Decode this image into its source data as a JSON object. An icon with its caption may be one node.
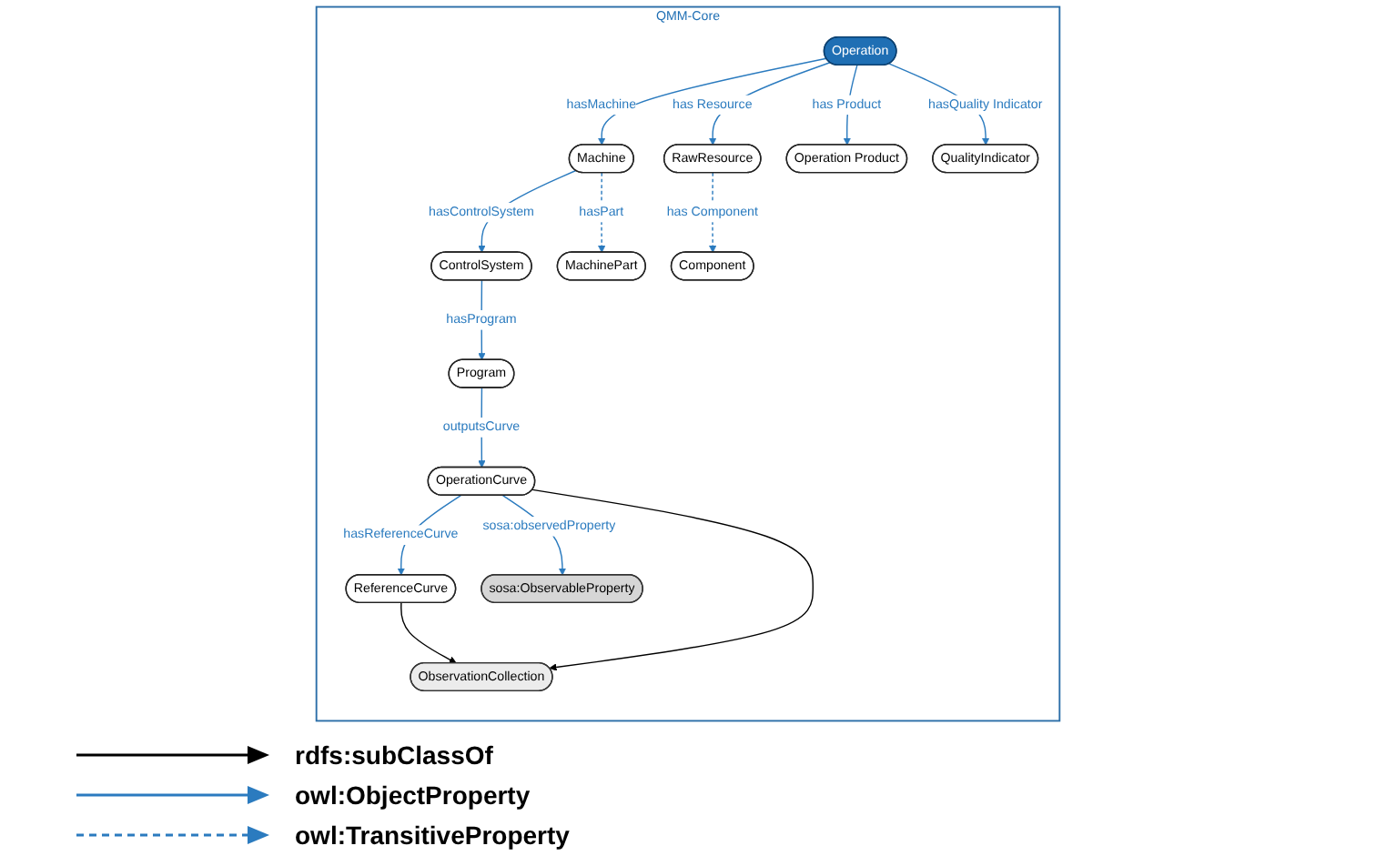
{
  "diagram": {
    "nodes": [
      {
        "text": [
          "QMM-Core"
        ]
      },
      {
        "text": [
          "Machine"
        ],
        "in": 0
      },
      {
        "text": [
          "ControlSystem"
        ],
        "in": 0
      },
      {
        "text": [
          "Program"
        ],
        "in": 0
      },
      {
        "text": [
          "MachinePart"
        ],
        "in": 0
      },
      {
        "text": [
          "Operation"
        ],
        "in": 0
      },
      {
        "text": [
          "ReferenceCurve"
        ],
        "in": 0
      },
      {
        "text": [
          "OperationCurve"
        ],
        "in": 0
      },
      {
        "text": [
          "ObservationCollection"
        ],
        "in": 0
      },
      {
        "text": [
          "RawResource"
        ],
        "in": 0
      },
      {
        "text": [
          "sosa:ObservableProperty"
        ],
        "in": 0
      },
      {
        "text": [
          "Component"
        ],
        "in": 0
      },
      {
        "text": [
          "Operation Product"
        ],
        "in": 0
      },
      {
        "text": [
          "QualityIndicator"
        ],
        "in": 0
      }
    ],
    "edges": [
      {
        "from": 1,
        "to": 2,
        "arrow": "to",
        "label": "hasControlSystem"
      },
      {
        "from": 2,
        "to": 3,
        "arrow": "to",
        "label": "hasProgram"
      },
      {
        "from": 3,
        "to": 7,
        "arrow": "to",
        "label": "outputsCurve"
      },
      {
        "from": 1,
        "to": 4,
        "arrow": "to",
        "label": "hasPart",
        "style": "dashed"
      },
      {
        "from": 5,
        "to": 1,
        "arrow": "to",
        "label": "hasMachine"
      },
      {
        "from": 7,
        "to": 6,
        "arrow": "to",
        "label": "hasReferenceCurve"
      },
      {
        "from": 6,
        "to": 8,
        "arrow": "to",
        "color": "#000000"
      },
      {
        "from": 7,
        "to": 8,
        "arrow": "to",
        "color": "#000000"
      },
      {
        "from": 7,
        "to": 10,
        "arrow": "to",
        "label": "sosa:observedProperty"
      },
      {
        "from": 5,
        "to": 9,
        "arrow": "to",
        "label": "has Resource"
      },
      {
        "from": 9,
        "to": 11,
        "arrow": "to",
        "label": "has Component",
        "style": "dashed"
      },
      {
        "from": 5,
        "to": 12,
        "arrow": "to",
        "label": "has Product"
      },
      {
        "from": 5,
        "to": 13,
        "arrow": "to",
        "label": "hasQuality Indicator"
      }
    ],
    "legend": [
      {
        "text": "rdfs:subClassOf"
      },
      {
        "text": "owl:ObjectProperty"
      },
      {
        "text": "owl:TransitiveProperty"
      }
    ]
  }
}
